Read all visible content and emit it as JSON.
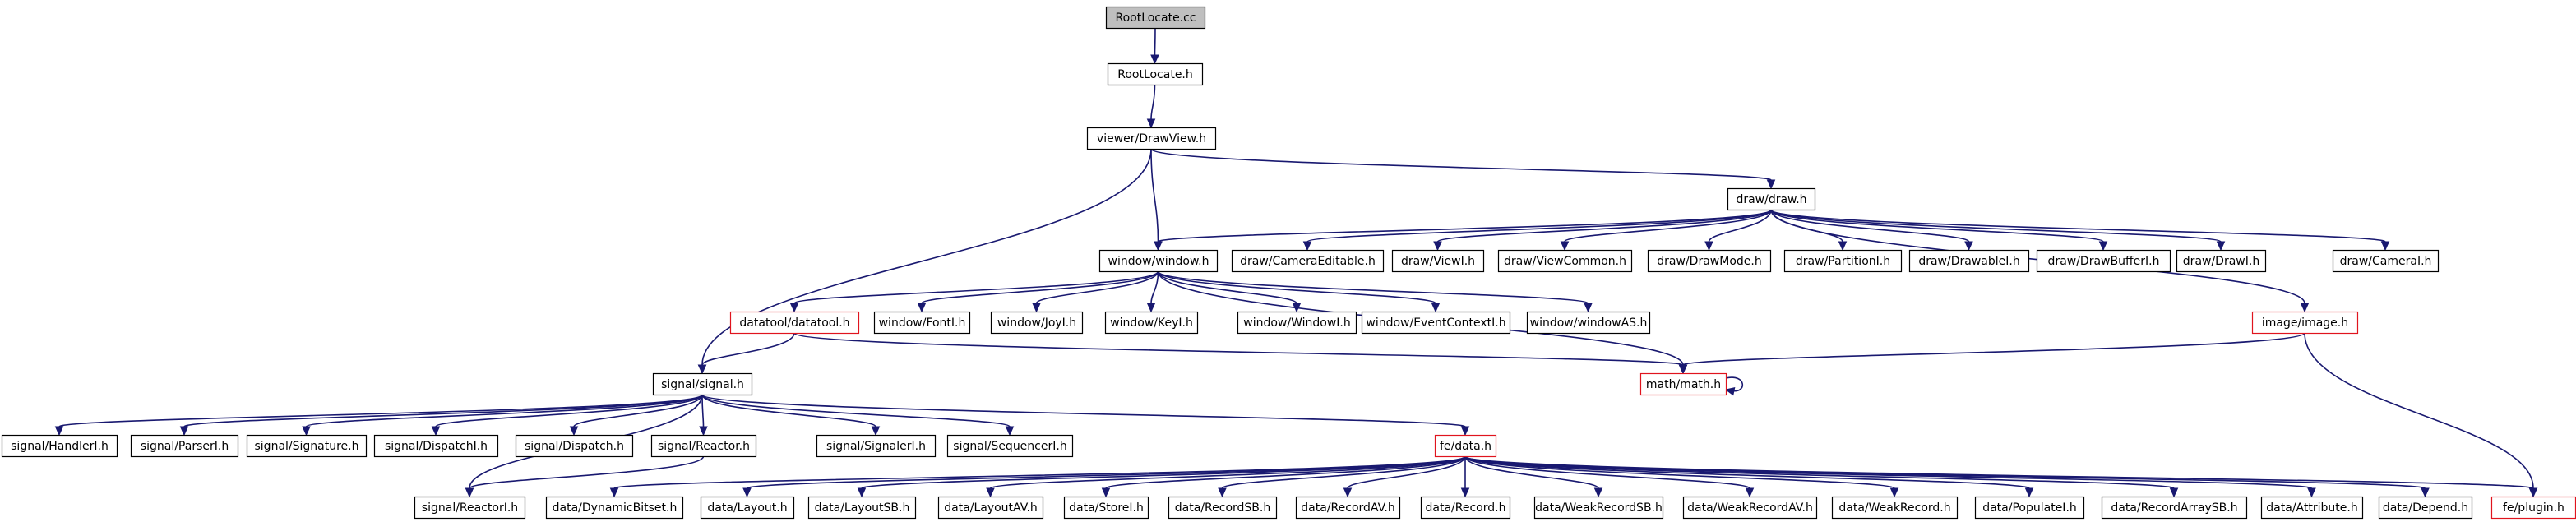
{
  "diagram": {
    "nodes": [
      {
        "id": "rootlocate_cc",
        "label": "RootLocate.cc",
        "style": "root"
      },
      {
        "id": "rootlocate_h",
        "label": "RootLocate.h",
        "style": "normal"
      },
      {
        "id": "drawview_h",
        "label": "viewer/DrawView.h",
        "style": "normal"
      },
      {
        "id": "draw_h",
        "label": "draw/draw.h",
        "style": "normal"
      },
      {
        "id": "window_h",
        "label": "window/window.h",
        "style": "normal"
      },
      {
        "id": "cameraeditable_h",
        "label": "draw/CameraEditable.h",
        "style": "normal"
      },
      {
        "id": "viewi_h",
        "label": "draw/ViewI.h",
        "style": "normal"
      },
      {
        "id": "viewcommon_h",
        "label": "draw/ViewCommon.h",
        "style": "normal"
      },
      {
        "id": "drawmode_h",
        "label": "draw/DrawMode.h",
        "style": "normal"
      },
      {
        "id": "partitioni_h",
        "label": "draw/PartitionI.h",
        "style": "normal"
      },
      {
        "id": "drawablei_h",
        "label": "draw/DrawableI.h",
        "style": "normal"
      },
      {
        "id": "drawbufferi_h",
        "label": "draw/DrawBufferI.h",
        "style": "normal"
      },
      {
        "id": "drawi_h",
        "label": "draw/DrawI.h",
        "style": "normal"
      },
      {
        "id": "camerai_h",
        "label": "draw/CameraI.h",
        "style": "normal"
      },
      {
        "id": "datatool_h",
        "label": "datatool/datatool.h",
        "style": "red"
      },
      {
        "id": "fonti_h",
        "label": "window/FontI.h",
        "style": "normal"
      },
      {
        "id": "joyi_h",
        "label": "window/JoyI.h",
        "style": "normal"
      },
      {
        "id": "keyi_h",
        "label": "window/KeyI.h",
        "style": "normal"
      },
      {
        "id": "windowi_h",
        "label": "window/WindowI.h",
        "style": "normal"
      },
      {
        "id": "eventcontexti_h",
        "label": "window/EventContextI.h",
        "style": "normal"
      },
      {
        "id": "windowas_h",
        "label": "window/windowAS.h",
        "style": "normal"
      },
      {
        "id": "image_h",
        "label": "image/image.h",
        "style": "red"
      },
      {
        "id": "signal_h",
        "label": "signal/signal.h",
        "style": "normal"
      },
      {
        "id": "math_h",
        "label": "math/math.h",
        "style": "red"
      },
      {
        "id": "handleri_h",
        "label": "signal/HandlerI.h",
        "style": "normal"
      },
      {
        "id": "parseri_h",
        "label": "signal/ParserI.h",
        "style": "normal"
      },
      {
        "id": "signature_h",
        "label": "signal/Signature.h",
        "style": "normal"
      },
      {
        "id": "dispatchi_h",
        "label": "signal/DispatchI.h",
        "style": "normal"
      },
      {
        "id": "dispatch_h",
        "label": "signal/Dispatch.h",
        "style": "normal"
      },
      {
        "id": "reactor_h",
        "label": "signal/Reactor.h",
        "style": "normal"
      },
      {
        "id": "signaleri_h",
        "label": "signal/SignalerI.h",
        "style": "normal"
      },
      {
        "id": "sequenceri_h",
        "label": "signal/SequencerI.h",
        "style": "normal"
      },
      {
        "id": "data_h",
        "label": "fe/data.h",
        "style": "red"
      },
      {
        "id": "reactori_h",
        "label": "signal/ReactorI.h",
        "style": "normal"
      },
      {
        "id": "dynamicbitset_h",
        "label": "data/DynamicBitset.h",
        "style": "normal"
      },
      {
        "id": "layout_h",
        "label": "data/Layout.h",
        "style": "normal"
      },
      {
        "id": "layoutsb_h",
        "label": "data/LayoutSB.h",
        "style": "normal"
      },
      {
        "id": "layoutav_h",
        "label": "data/LayoutAV.h",
        "style": "normal"
      },
      {
        "id": "storei_h",
        "label": "data/StoreI.h",
        "style": "normal"
      },
      {
        "id": "recordsb_h",
        "label": "data/RecordSB.h",
        "style": "normal"
      },
      {
        "id": "recordav_h",
        "label": "data/RecordAV.h",
        "style": "normal"
      },
      {
        "id": "record_h",
        "label": "data/Record.h",
        "style": "normal"
      },
      {
        "id": "weakrecordsb_h",
        "label": "data/WeakRecordSB.h",
        "style": "normal"
      },
      {
        "id": "weakrecordav_h",
        "label": "data/WeakRecordAV.h",
        "style": "normal"
      },
      {
        "id": "weakrecord_h",
        "label": "data/WeakRecord.h",
        "style": "normal"
      },
      {
        "id": "populatei_h",
        "label": "data/PopulateI.h",
        "style": "normal"
      },
      {
        "id": "recordarraysb_h",
        "label": "data/RecordArraySB.h",
        "style": "normal"
      },
      {
        "id": "attribute_h",
        "label": "data/Attribute.h",
        "style": "normal"
      },
      {
        "id": "depend_h",
        "label": "data/Depend.h",
        "style": "normal"
      },
      {
        "id": "plugin_h",
        "label": "fe/plugin.h",
        "style": "red"
      }
    ],
    "edges": [
      [
        "rootlocate_cc",
        "rootlocate_h"
      ],
      [
        "rootlocate_h",
        "drawview_h"
      ],
      [
        "drawview_h",
        "draw_h"
      ],
      [
        "drawview_h",
        "window_h"
      ],
      [
        "drawview_h",
        "signal_h"
      ],
      [
        "draw_h",
        "window_h"
      ],
      [
        "draw_h",
        "cameraeditable_h"
      ],
      [
        "draw_h",
        "viewi_h"
      ],
      [
        "draw_h",
        "viewcommon_h"
      ],
      [
        "draw_h",
        "drawmode_h"
      ],
      [
        "draw_h",
        "partitioni_h"
      ],
      [
        "draw_h",
        "drawablei_h"
      ],
      [
        "draw_h",
        "drawbufferi_h"
      ],
      [
        "draw_h",
        "drawi_h"
      ],
      [
        "draw_h",
        "camerai_h"
      ],
      [
        "draw_h",
        "image_h"
      ],
      [
        "window_h",
        "datatool_h"
      ],
      [
        "window_h",
        "fonti_h"
      ],
      [
        "window_h",
        "joyi_h"
      ],
      [
        "window_h",
        "keyi_h"
      ],
      [
        "window_h",
        "windowi_h"
      ],
      [
        "window_h",
        "eventcontexti_h"
      ],
      [
        "window_h",
        "windowas_h"
      ],
      [
        "window_h",
        "math_h"
      ],
      [
        "datatool_h",
        "signal_h"
      ],
      [
        "datatool_h",
        "math_h"
      ],
      [
        "image_h",
        "math_h"
      ],
      [
        "image_h",
        "plugin_h"
      ],
      [
        "math_h",
        "math_h"
      ],
      [
        "signal_h",
        "handleri_h"
      ],
      [
        "signal_h",
        "parseri_h"
      ],
      [
        "signal_h",
        "signature_h"
      ],
      [
        "signal_h",
        "dispatchi_h"
      ],
      [
        "signal_h",
        "dispatch_h"
      ],
      [
        "signal_h",
        "reactor_h"
      ],
      [
        "signal_h",
        "signaleri_h"
      ],
      [
        "signal_h",
        "sequenceri_h"
      ],
      [
        "signal_h",
        "data_h"
      ],
      [
        "signal_h",
        "reactori_h"
      ],
      [
        "reactor_h",
        "reactori_h"
      ],
      [
        "data_h",
        "dynamicbitset_h"
      ],
      [
        "data_h",
        "layout_h"
      ],
      [
        "data_h",
        "layoutsb_h"
      ],
      [
        "data_h",
        "layoutav_h"
      ],
      [
        "data_h",
        "storei_h"
      ],
      [
        "data_h",
        "recordsb_h"
      ],
      [
        "data_h",
        "recordav_h"
      ],
      [
        "data_h",
        "record_h"
      ],
      [
        "data_h",
        "weakrecordsb_h"
      ],
      [
        "data_h",
        "weakrecordav_h"
      ],
      [
        "data_h",
        "weakrecord_h"
      ],
      [
        "data_h",
        "populatei_h"
      ],
      [
        "data_h",
        "recordarraysb_h"
      ],
      [
        "data_h",
        "attribute_h"
      ],
      [
        "data_h",
        "depend_h"
      ],
      [
        "data_h",
        "plugin_h"
      ]
    ]
  }
}
